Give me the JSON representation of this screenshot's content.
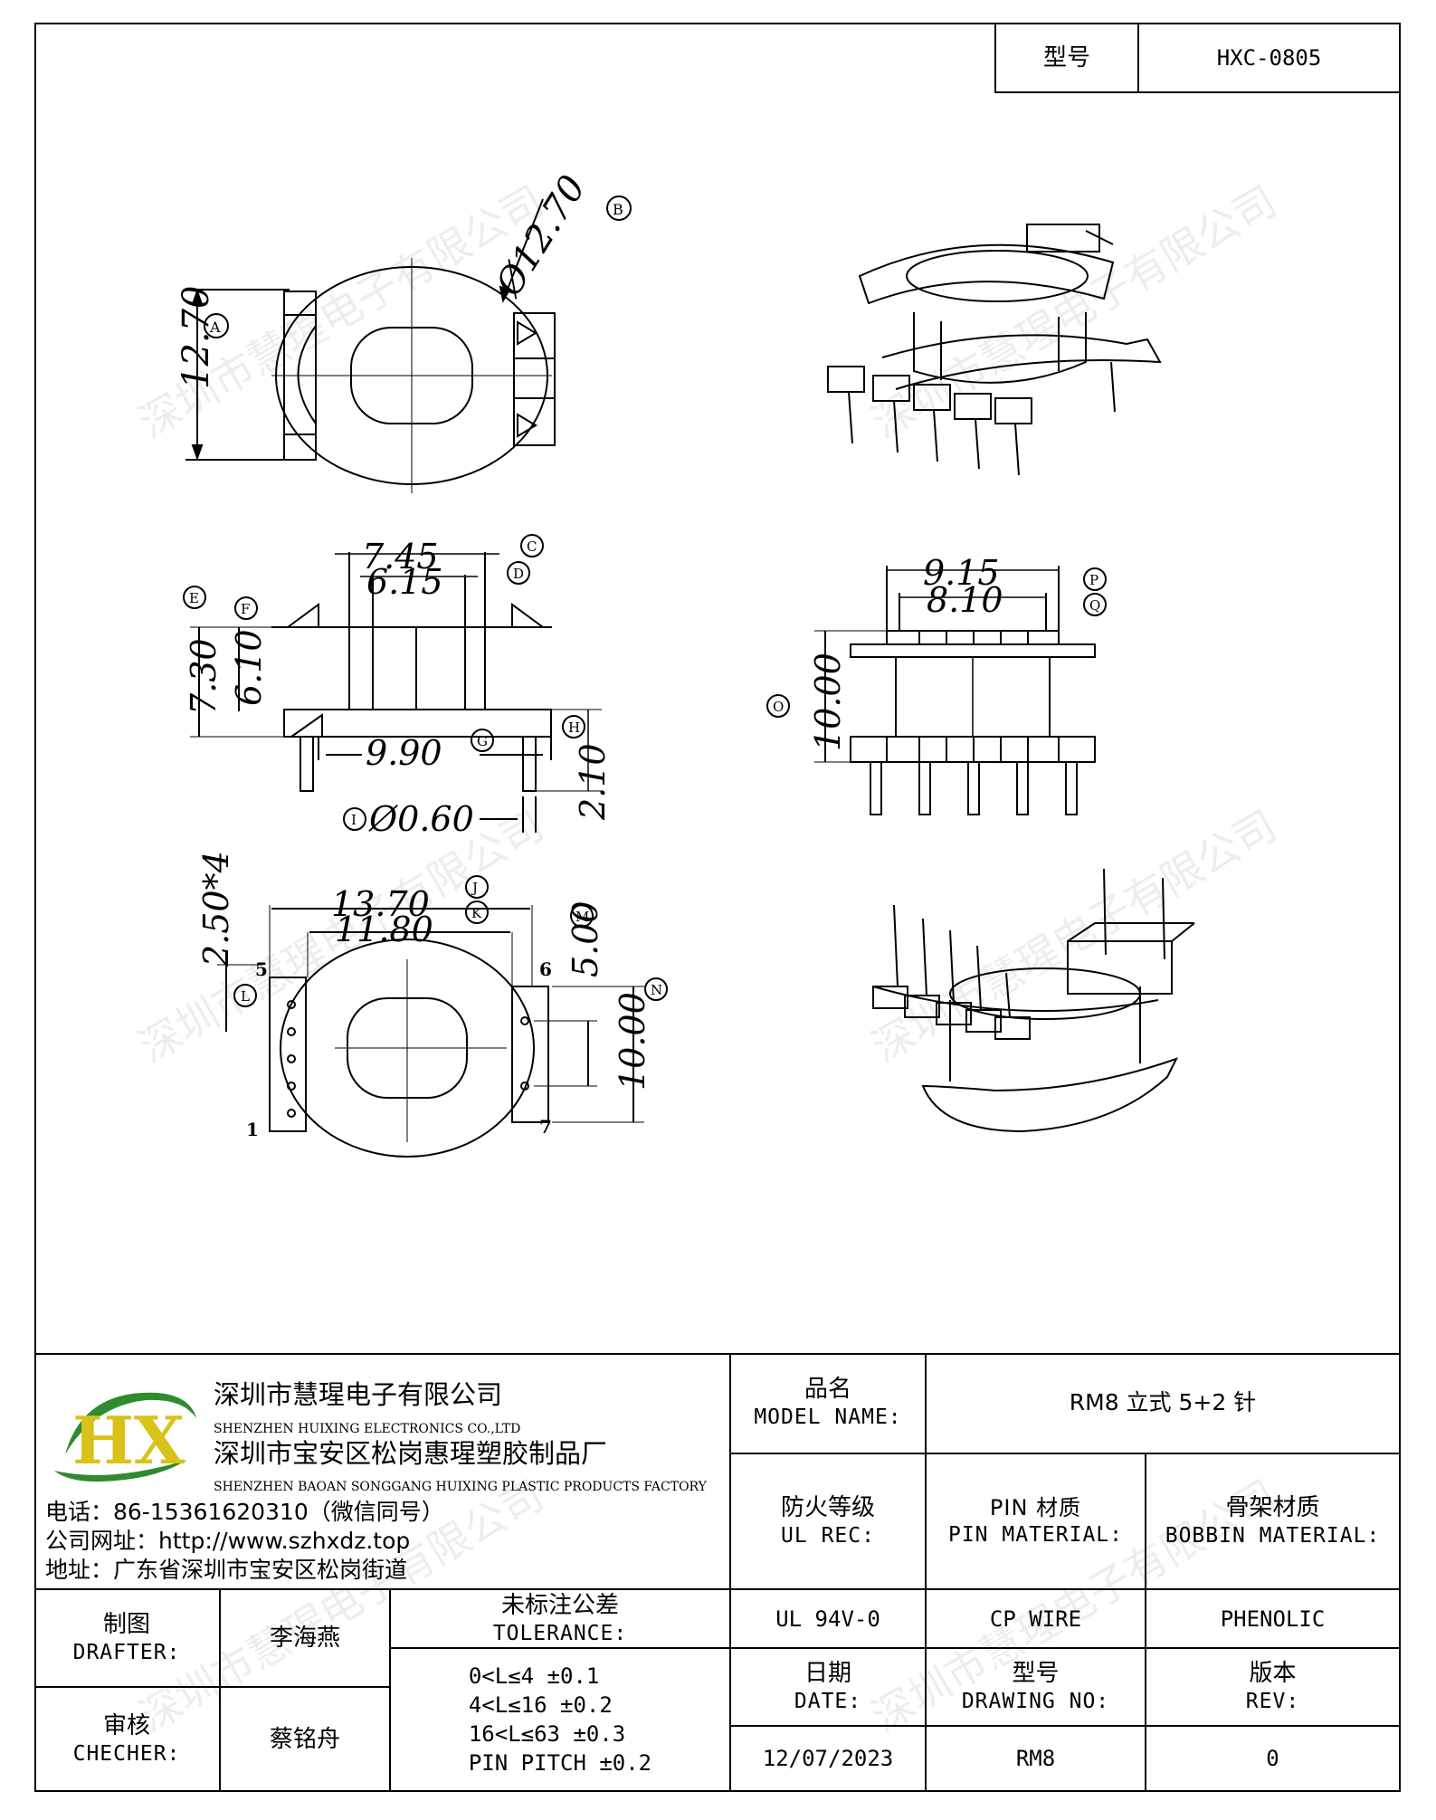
{
  "header": {
    "model_label": "型号",
    "model_value": "HXC-0805"
  },
  "company": {
    "logo_letters": "HX",
    "name_cn": "深圳市慧瑆电子有限公司",
    "name_en": "SHENZHEN HUIXING ELECTRONICS CO.,LTD",
    "factory_cn": "深圳市宝安区松岗惠瑆塑胶制品厂",
    "factory_en": "SHENZHEN BAOAN SONGGANG HUIXING PLASTIC PRODUCTS FACTORY",
    "phone": "电话：86-15361620310（微信同号）",
    "website": "公司网址：http://www.szhxdz.top",
    "address": "地址：广东省深圳市宝安区松岗街道"
  },
  "fields": {
    "model_name_cn": "品名",
    "model_name_en": "MODEL NAME:",
    "model_name_value": "RM8 立式 5+2 针",
    "ul_cn": "防火等级",
    "ul_en": "UL REC:",
    "ul_value": "UL 94V-0",
    "pin_cn": "PIN 材质",
    "pin_en": "PIN MATERIAL:",
    "pin_value": "CP WIRE",
    "bobbin_cn": "骨架材质",
    "bobbin_en": "BOBBIN MATERIAL:",
    "bobbin_value": "PHENOLIC",
    "drafter_cn": "制图",
    "drafter_en": "DRAFTER:",
    "drafter_value": "李海燕",
    "checker_cn": "审核",
    "checker_en": "CHECHER:",
    "checker_value": "蔡铭舟",
    "tolerance_cn": "未标注公差",
    "tolerance_en": "TOLERANCE:",
    "tolerance_lines": [
      "0<L≤4  ±0.1",
      "4<L≤16 ±0.2",
      "16<L≤63 ±0.3",
      "PIN PITCH ±0.2"
    ],
    "date_cn": "日期",
    "date_en": "DATE:",
    "date_value": "12/07/2023",
    "drawing_cn": "型号",
    "drawing_en": "DRAWING NO:",
    "drawing_value": "RM8",
    "rev_cn": "版本",
    "rev_en": "REV:",
    "rev_value": "0"
  },
  "watermark": "深圳市慧瑆电子有限公司",
  "dimensions": {
    "A": "12.70",
    "B": "Ø12.70",
    "C": "7.45",
    "D": "6.15",
    "E": "7.30",
    "F": "6.10",
    "G": "9.90",
    "H": "2.10",
    "I": "Ø0.60",
    "J": "13.70",
    "K": "11.80",
    "L": "2.50*4",
    "M": "5.00",
    "N": "10.00",
    "O": "10.00",
    "P": "9.15",
    "Q": "8.10"
  },
  "callouts": [
    "A",
    "B",
    "C",
    "D",
    "E",
    "F",
    "G",
    "H",
    "I",
    "J",
    "K",
    "L",
    "M",
    "N",
    "O",
    "P",
    "Q"
  ],
  "pin_numbers": [
    "5",
    "1",
    "6",
    "7"
  ]
}
